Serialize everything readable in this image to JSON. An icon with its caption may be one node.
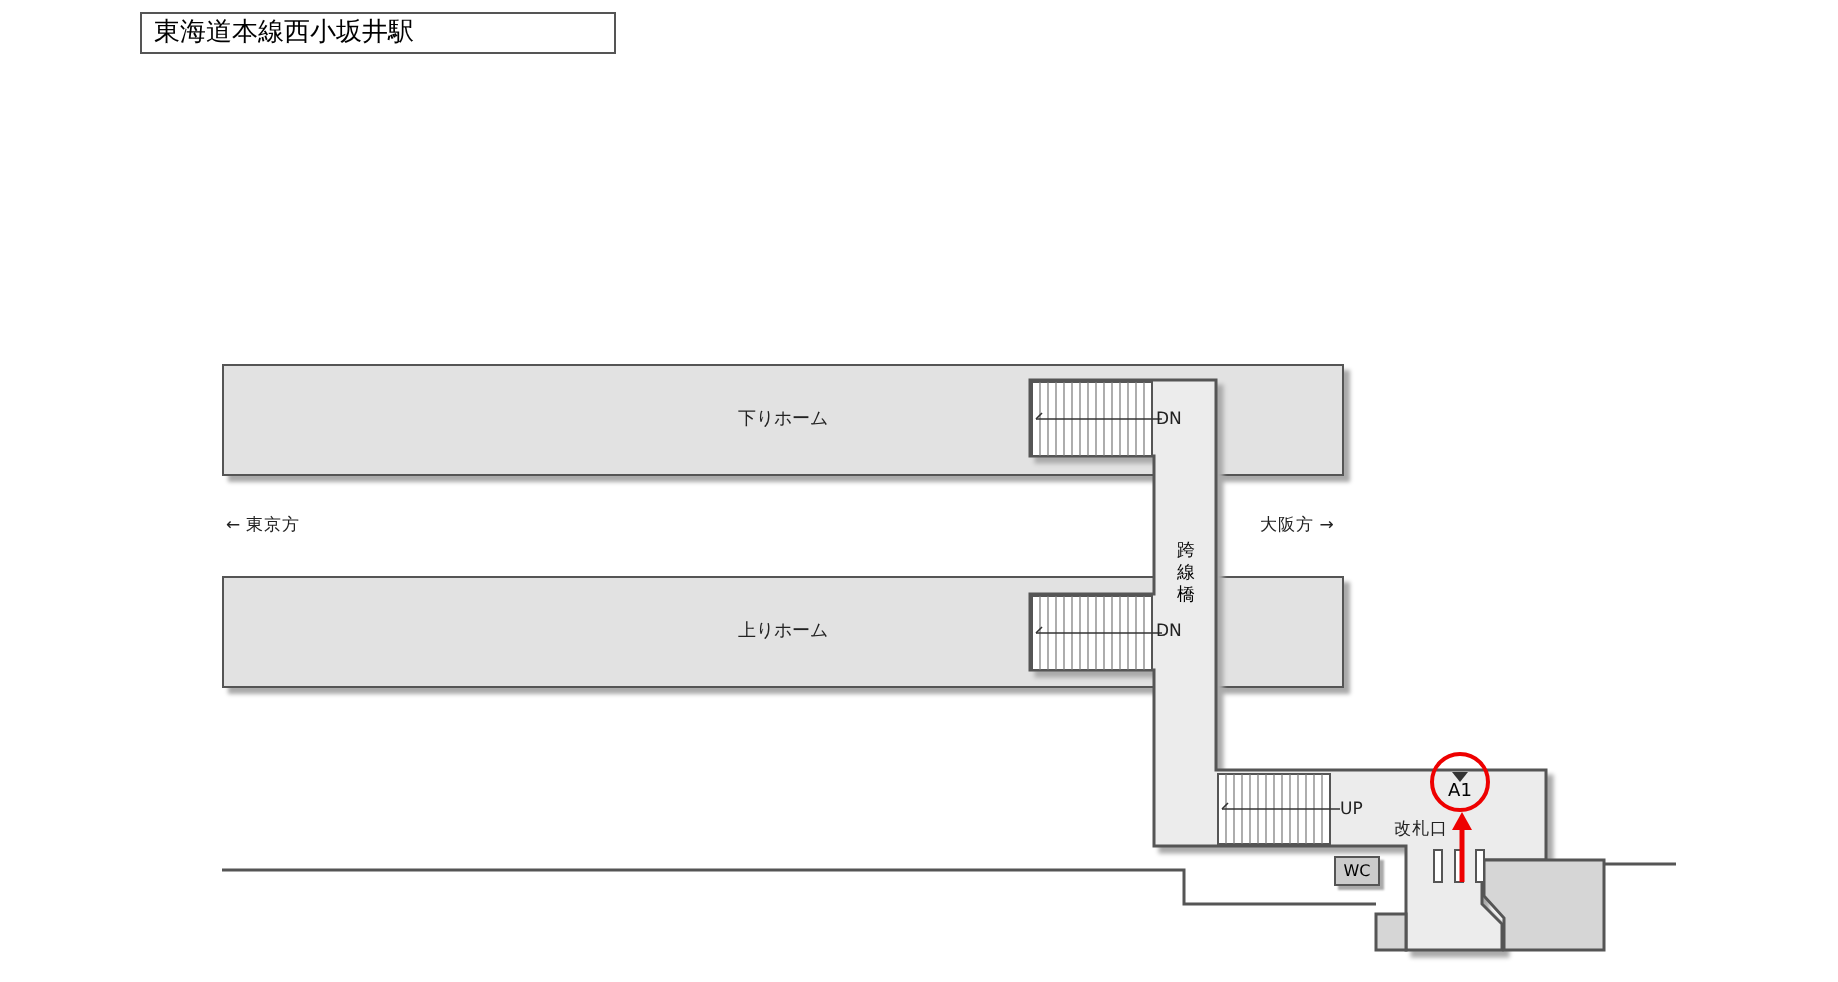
{
  "diagram": {
    "title": "東海道本線西小坂井駅",
    "nodes": [
      {
        "text": [
          "下りホーム"
        ]
      },
      {
        "text": [
          "上りホーム"
        ]
      },
      {
        "text": [
          "跨線橋"
        ]
      },
      {
        "text": [
          "A1"
        ]
      },
      {
        "text": [
          "WC"
        ]
      }
    ],
    "labels": [
      "DN",
      "← 東京方",
      "大阪方 →",
      "DN",
      "UP",
      "改札口"
    ]
  }
}
